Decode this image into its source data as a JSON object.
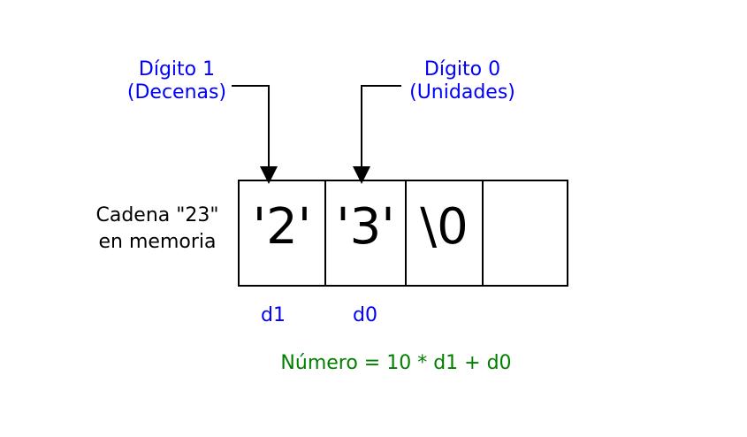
{
  "annotations": {
    "digit1": {
      "line1": "Dígito 1",
      "line2": "(Decenas)"
    },
    "digit0": {
      "line1": "Dígito 0",
      "line2": "(Unidades)"
    }
  },
  "string_label": {
    "line1": "Cadena \"23\"",
    "line2": "en memoria"
  },
  "memory_cells": [
    "'2'",
    "'3'",
    "\\0",
    ""
  ],
  "variables": {
    "d1": "d1",
    "d0": "d0"
  },
  "formula": "Número = 10 * d1 + d0",
  "colors": {
    "annotation": "#0000ff",
    "formula": "#008000",
    "stroke": "#000000",
    "background": "#ffffff"
  }
}
